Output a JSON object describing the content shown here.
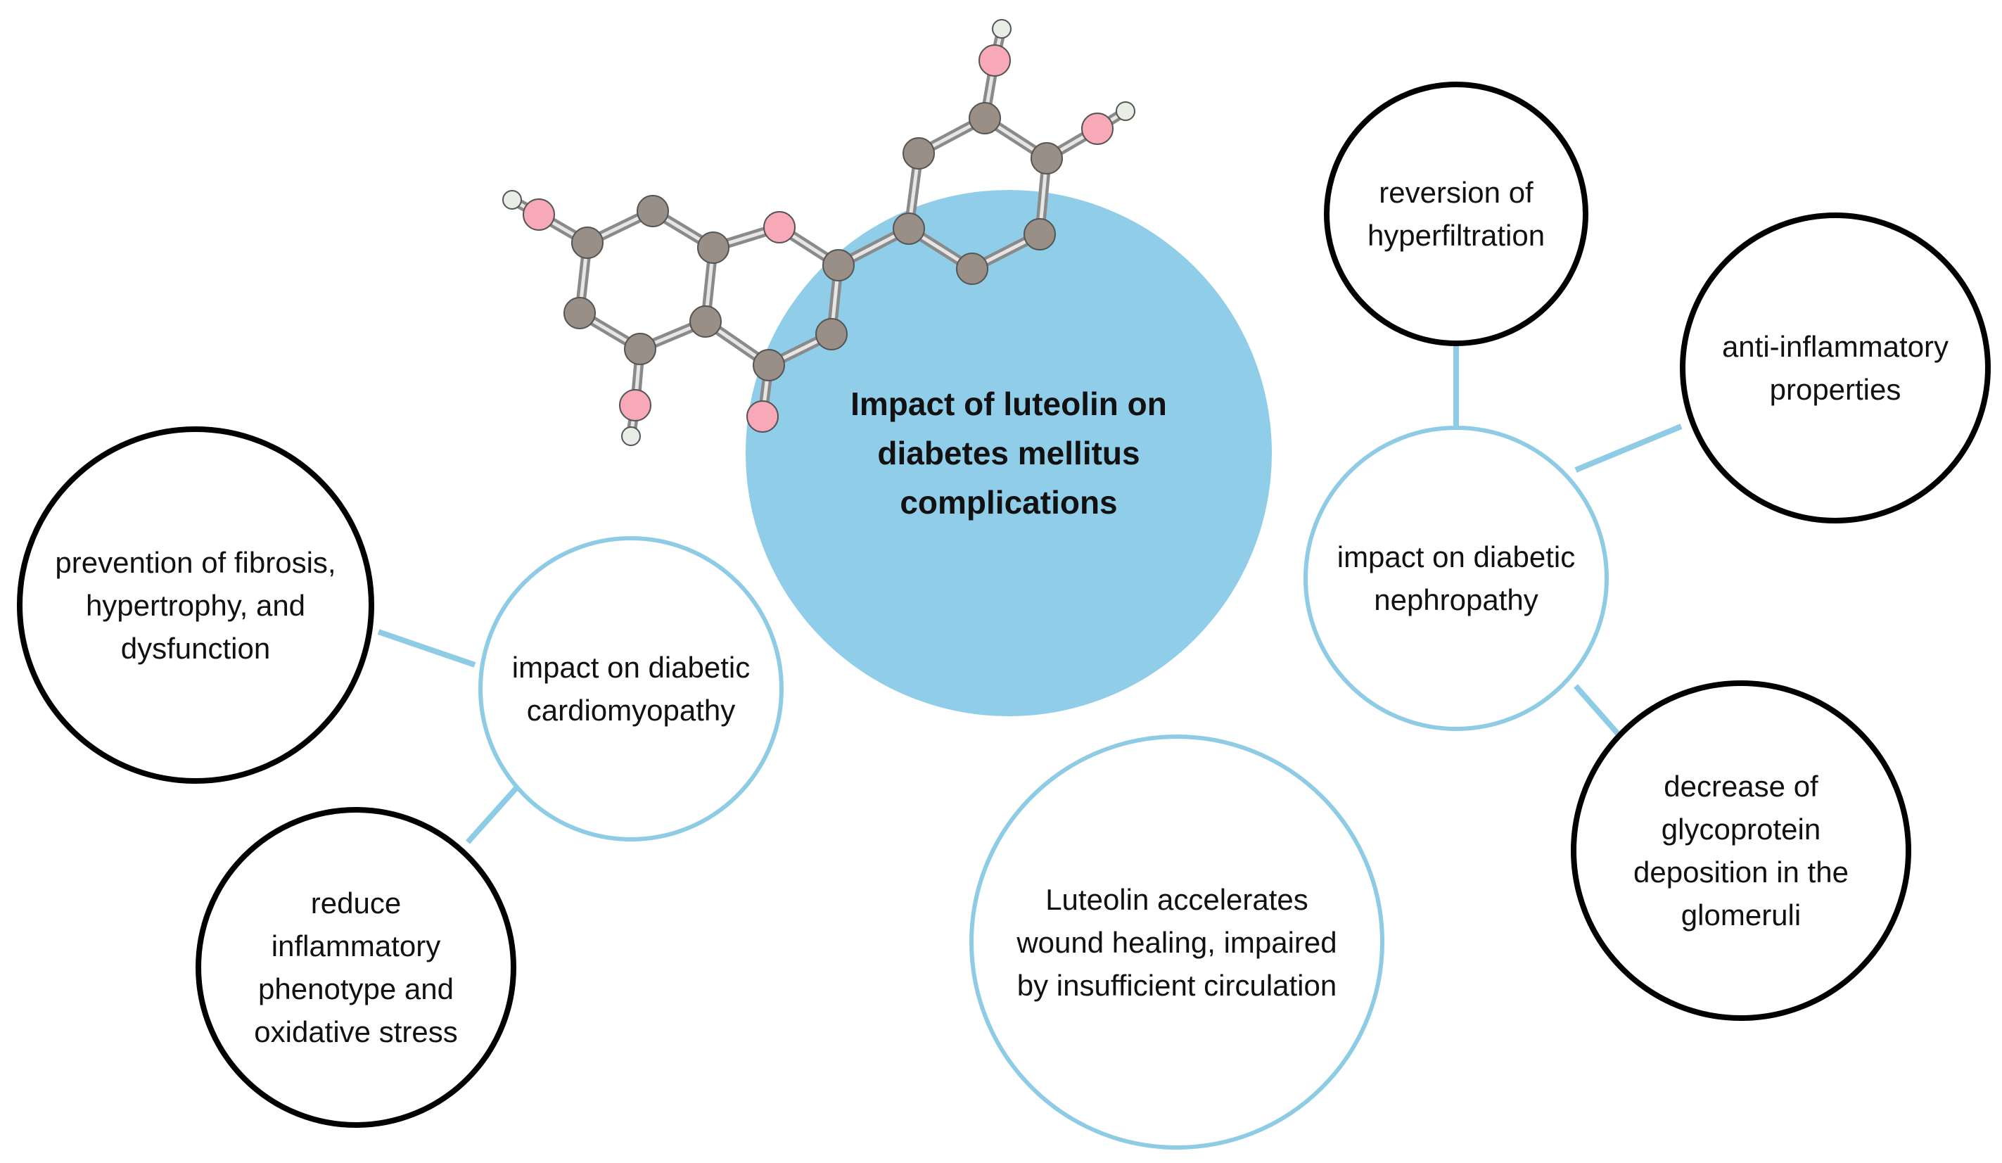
{
  "colors": {
    "center_fill": "#90cde9",
    "inner_ring": "#8ecbe5",
    "outer_ring": "#000000",
    "carbon": "#9a8f86",
    "oxygen": "#f7a9b8",
    "hydrogen": "#e8eee6",
    "bond": "#8a8a8a"
  },
  "center": {
    "title": "Impact of luteolin on diabetes mellitus complications"
  },
  "cardiomyopathy": {
    "label": "impact on diabetic cardiomyopathy",
    "effects": [
      "prevention of fibrosis, hypertrophy, and dysfunction",
      "reduce inflammatory phenotype and oxidative stress"
    ]
  },
  "nephropathy": {
    "label": "impact on diabetic nephropathy",
    "effects": [
      "reversion of hyperfiltration",
      "anti-inflammatory properties",
      "decrease of glycoprotein deposition in the glomeruli"
    ]
  },
  "wound": {
    "label": "Luteolin accelerates wound healing, impaired by insufficient circulation"
  },
  "molecule": {
    "name": "luteolin-molecule-model"
  }
}
